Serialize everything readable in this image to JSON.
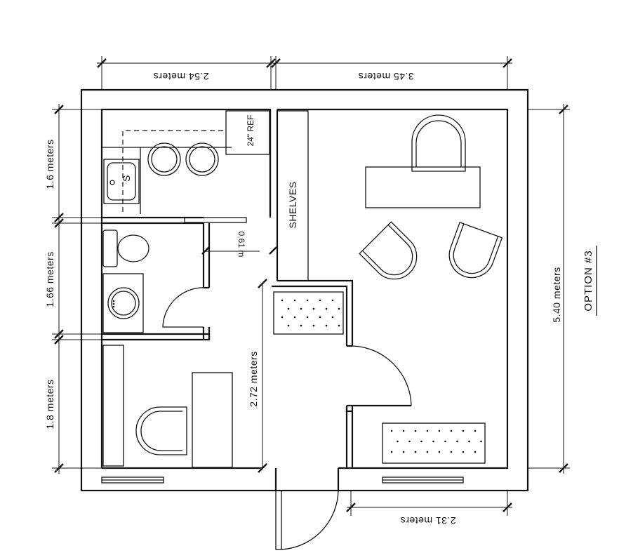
{
  "dimensions": {
    "top_left": "2.54 meters",
    "top_right": "3.45 meters",
    "left_top": "1.6 meters",
    "left_middle": "1.66 meters",
    "left_bottom": "1.8 meters",
    "right": "5.40 meters",
    "bottom": "2.31 meters",
    "corridor": "2.72 meters",
    "bath_opening": "0.61 m"
  },
  "labels": {
    "shelves": "SHELVES",
    "ref": "24\" REF",
    "sink_mark": "S",
    "option": "OPTION #3"
  }
}
